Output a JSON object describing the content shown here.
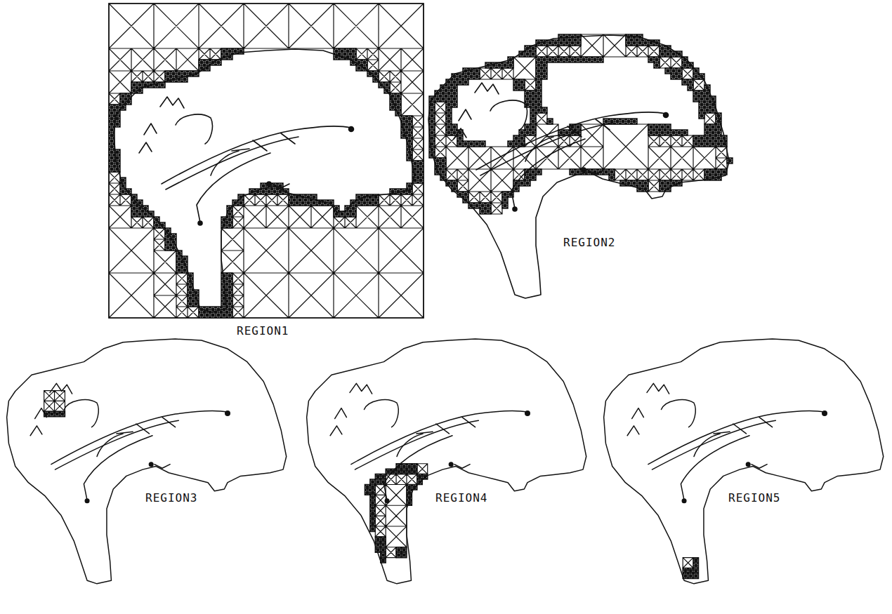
{
  "diagram": {
    "labels": [
      "REGION1",
      "REGION2",
      "REGION3",
      "REGION4",
      "REGION5"
    ]
  }
}
